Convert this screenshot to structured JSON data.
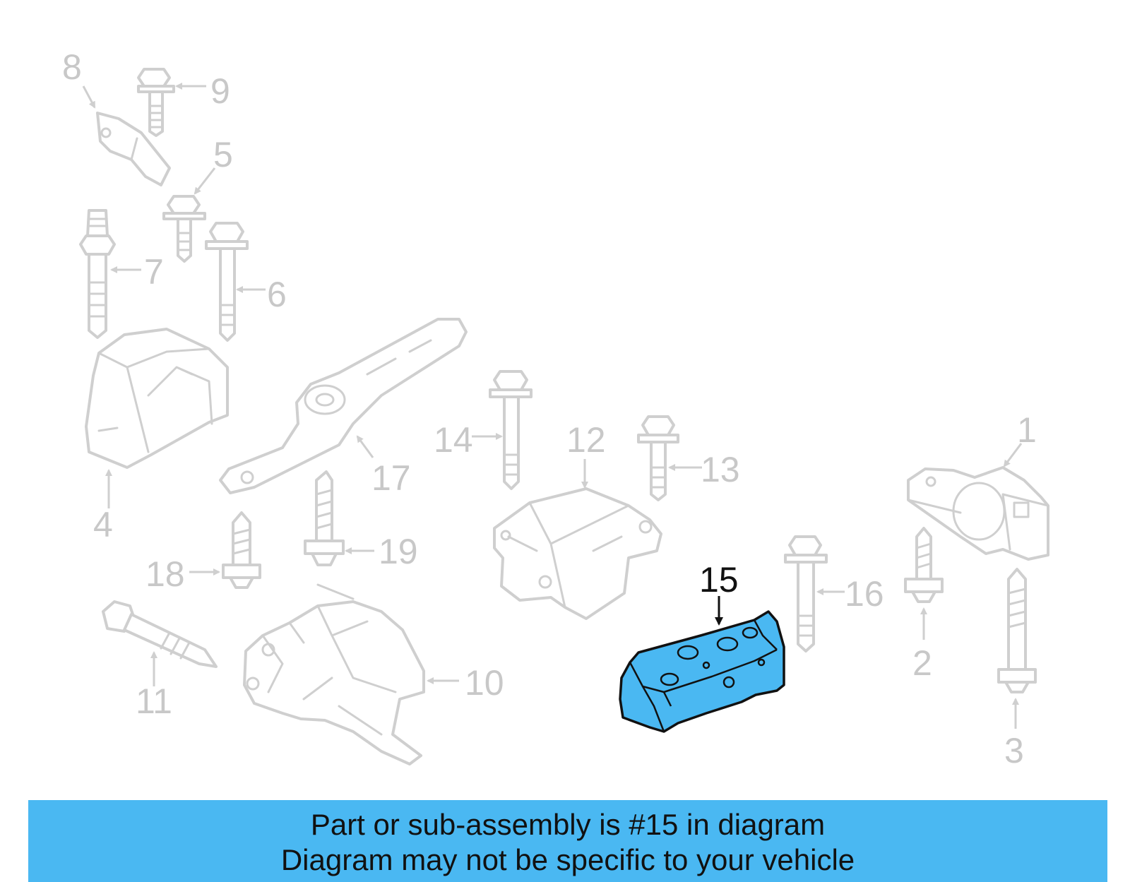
{
  "diagram": {
    "highlighted_part": "15",
    "highlight_color": "#4ab8f2",
    "callouts": [
      "1",
      "2",
      "3",
      "4",
      "5",
      "6",
      "7",
      "8",
      "9",
      "10",
      "11",
      "12",
      "13",
      "14",
      "15",
      "16",
      "17",
      "18",
      "19"
    ]
  },
  "banner": {
    "line1": "Part or sub-assembly is #15 in diagram",
    "line2": "Diagram may not be specific to your vehicle",
    "color": "#4ab8f2"
  }
}
